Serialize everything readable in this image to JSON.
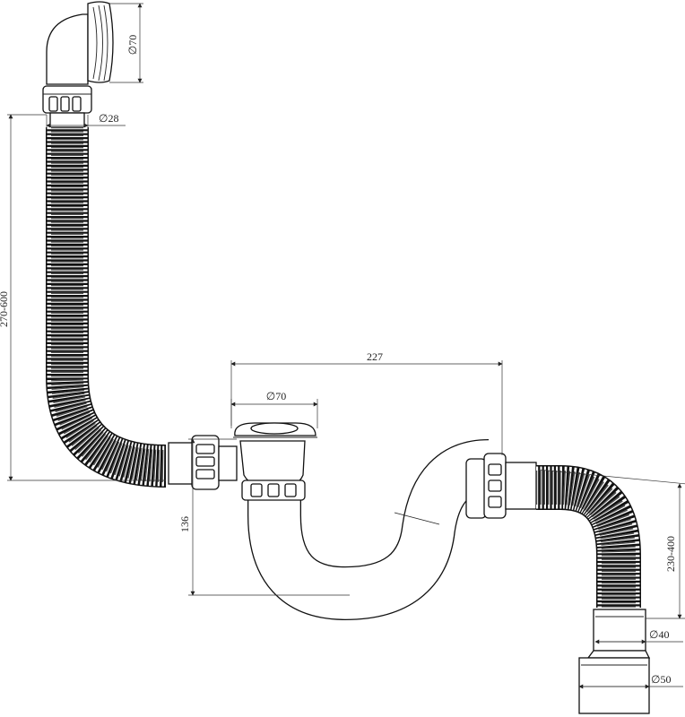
{
  "drawing": {
    "dimensions": {
      "overflow_diameter": "∅70",
      "hose_diameter": "∅28",
      "hose_length": "270-600",
      "horizontal_span": "227",
      "drain_diameter": "∅70",
      "trap_depth": "136",
      "outlet_hose_length": "230-400",
      "outlet_small_diameter": "∅40",
      "outlet_large_diameter": "∅50"
    }
  }
}
